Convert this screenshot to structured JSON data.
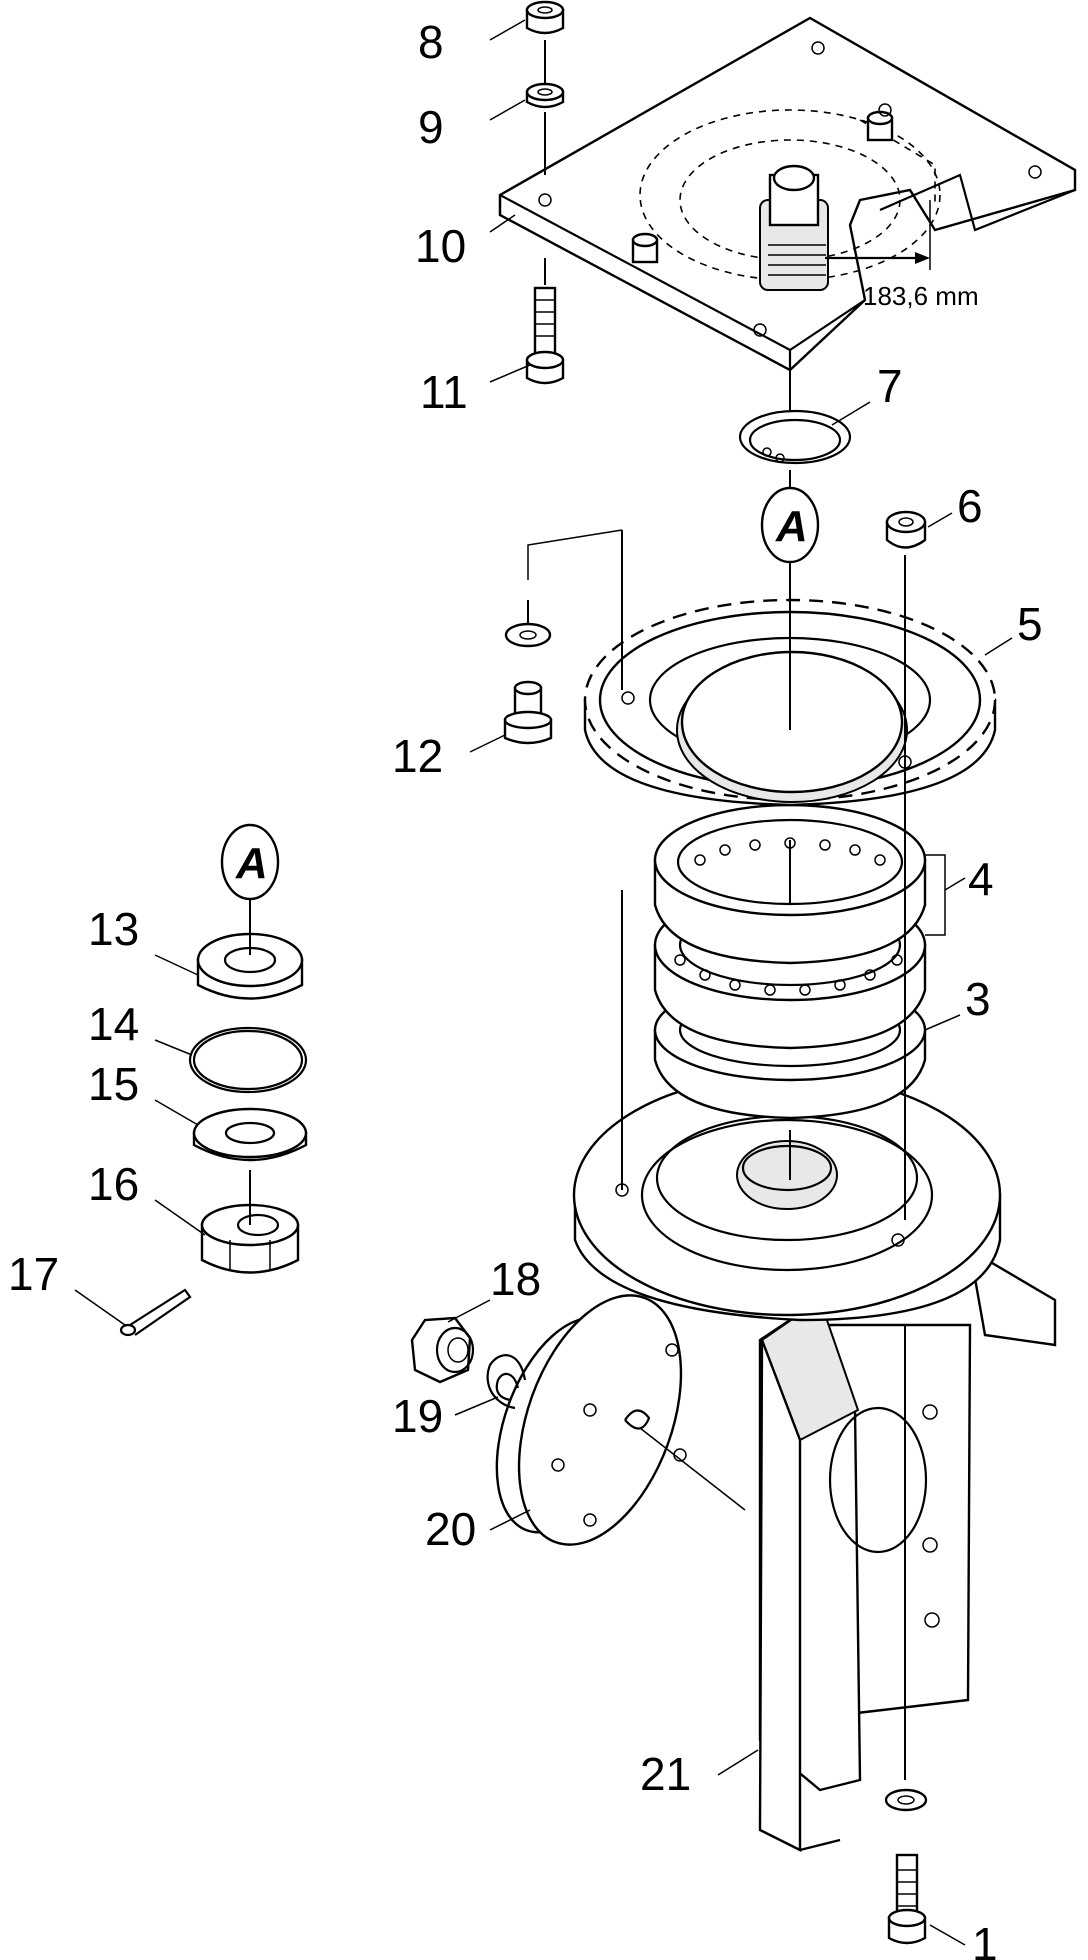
{
  "callouts": {
    "c1": "1",
    "c3": "3",
    "c4": "4",
    "c5": "5",
    "c6": "6",
    "c7": "7",
    "c8": "8",
    "c9": "9",
    "c10": "10",
    "c11": "11",
    "c12": "12",
    "c13": "13",
    "c14": "14",
    "c15": "15",
    "c16": "16",
    "c17": "17",
    "c18": "18",
    "c19": "19",
    "c20": "20",
    "c21": "21"
  },
  "dimension": "183,6 mm",
  "markers": {
    "a_top": "A",
    "a_left": "A"
  }
}
